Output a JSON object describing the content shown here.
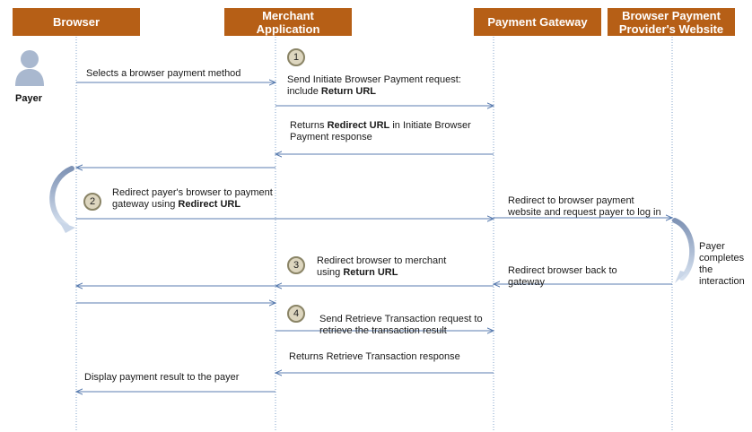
{
  "colors": {
    "header_bg": "#b65f16",
    "arrow": "#5b7db0",
    "lifeline": "#7fa0c8",
    "curve": "#b8c7de",
    "actor": "#a9b8cf"
  },
  "participants": [
    {
      "label": "Browser"
    },
    {
      "label": "Merchant\nApplication"
    },
    {
      "label": "Payment Gateway"
    },
    {
      "label": "Browser Payment\nProvider's Website"
    }
  ],
  "actor": {
    "icon": "person-icon",
    "label": "Payer"
  },
  "steps": [
    "1",
    "2",
    "3",
    "4"
  ],
  "messages": {
    "m1": {
      "text": "Selects a browser payment method"
    },
    "m2": {
      "pre": "Send Initiate Browser Payment request:\ninclude ",
      "bold": "Return URL",
      "post": ""
    },
    "m3": {
      "pre": "Returns ",
      "bold": "Redirect URL",
      "post": " in Initiate Browser\nPayment response"
    },
    "m4": {
      "pre": "Redirect payer's browser to payment\ngateway using ",
      "bold": "Redirect URL",
      "post": ""
    },
    "m5": {
      "text": "Redirect to browser payment\nwebsite and request payer to log in"
    },
    "m6": {
      "text": "Payer\ncompletes\nthe\ninteraction"
    },
    "m7": {
      "text": "Redirect browser back to\ngateway"
    },
    "m8": {
      "pre": "Redirect browser to merchant\nusing ",
      "bold": "Return URL",
      "post": ""
    },
    "m9": {
      "text": "Send Retrieve Transaction request to\nretrieve the transaction result"
    },
    "m10": {
      "text": "Returns Retrieve Transaction response"
    },
    "m11": {
      "text": "Display payment result to the payer"
    }
  }
}
